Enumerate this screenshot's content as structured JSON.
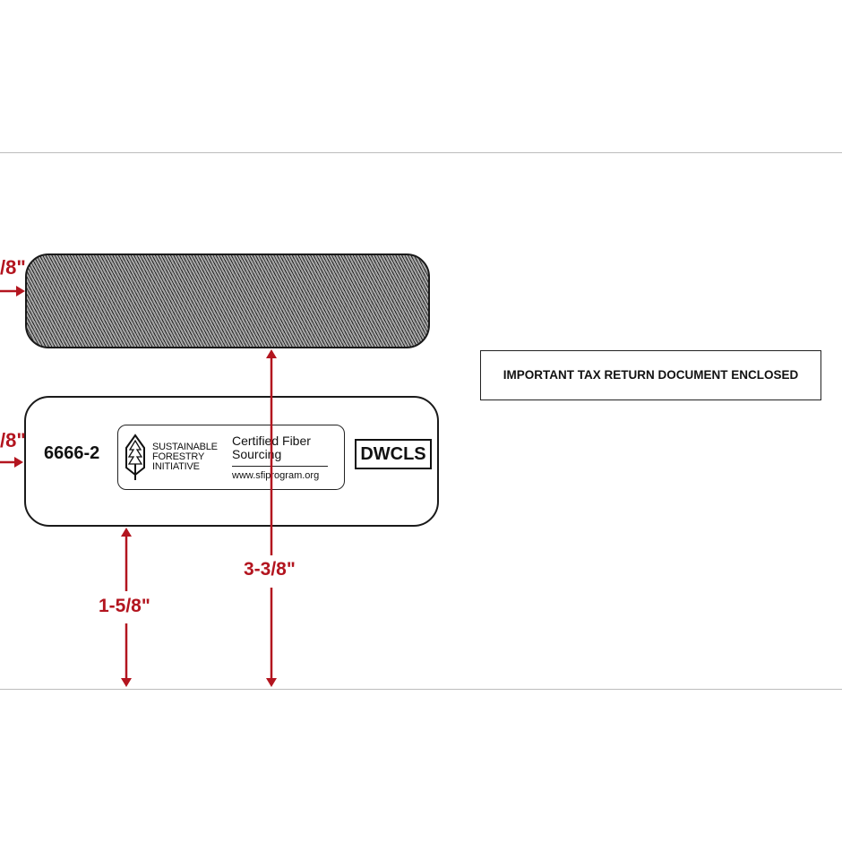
{
  "window_upper": {
    "pattern": "diagonal-hatch"
  },
  "window_lower": {
    "form_number": "6666-2",
    "sfi_label": {
      "logo_icon": "tree-icon",
      "org_lines": [
        "SUSTAINABLE",
        "FORESTRY",
        "INITIATIVE"
      ],
      "claim_lines": [
        "Certified Fiber",
        "Sourcing"
      ],
      "url": "www.sfiprogram.org"
    },
    "code": "DWCLS"
  },
  "notice": "IMPORTANT TAX RETURN DOCUMENT ENCLOSED",
  "dimensions": {
    "top_partial": "/8\"",
    "mid_partial": "/8\"",
    "window_top_from_bottom": "3-3/8\"",
    "window_bottom_from_bottom": "1-5/8\""
  },
  "colors": {
    "dimension": "#b3151f",
    "ink": "#111111",
    "divider": "#bdbdbd"
  }
}
